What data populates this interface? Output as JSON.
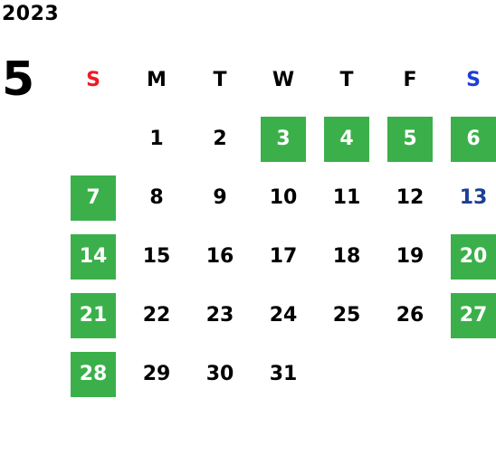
{
  "year": "2023",
  "month": "5",
  "colors": {
    "holiday_bg": "#3bb04a",
    "holiday_text": "#ffffff",
    "sunday_header": "#ee1b22",
    "saturday_header": "#1d3fd6",
    "saturday_day": "#1c3f94",
    "day_text": "#000000"
  },
  "weekdays": [
    "S",
    "M",
    "T",
    "W",
    "T",
    "F",
    "S"
  ],
  "days": [
    {
      "label": "",
      "style": "empty"
    },
    {
      "label": "1",
      "style": "normal"
    },
    {
      "label": "2",
      "style": "normal"
    },
    {
      "label": "3",
      "style": "holiday"
    },
    {
      "label": "4",
      "style": "holiday"
    },
    {
      "label": "5",
      "style": "holiday"
    },
    {
      "label": "6",
      "style": "holiday"
    },
    {
      "label": "7",
      "style": "holiday"
    },
    {
      "label": "8",
      "style": "normal"
    },
    {
      "label": "9",
      "style": "normal"
    },
    {
      "label": "10",
      "style": "normal"
    },
    {
      "label": "11",
      "style": "normal"
    },
    {
      "label": "12",
      "style": "normal"
    },
    {
      "label": "13",
      "style": "saturday"
    },
    {
      "label": "14",
      "style": "holiday"
    },
    {
      "label": "15",
      "style": "normal"
    },
    {
      "label": "16",
      "style": "normal"
    },
    {
      "label": "17",
      "style": "normal"
    },
    {
      "label": "18",
      "style": "normal"
    },
    {
      "label": "19",
      "style": "normal"
    },
    {
      "label": "20",
      "style": "holiday"
    },
    {
      "label": "21",
      "style": "holiday"
    },
    {
      "label": "22",
      "style": "normal"
    },
    {
      "label": "23",
      "style": "normal"
    },
    {
      "label": "24",
      "style": "normal"
    },
    {
      "label": "25",
      "style": "normal"
    },
    {
      "label": "26",
      "style": "normal"
    },
    {
      "label": "27",
      "style": "holiday"
    },
    {
      "label": "28",
      "style": "holiday"
    },
    {
      "label": "29",
      "style": "normal"
    },
    {
      "label": "30",
      "style": "normal"
    },
    {
      "label": "31",
      "style": "normal"
    }
  ]
}
